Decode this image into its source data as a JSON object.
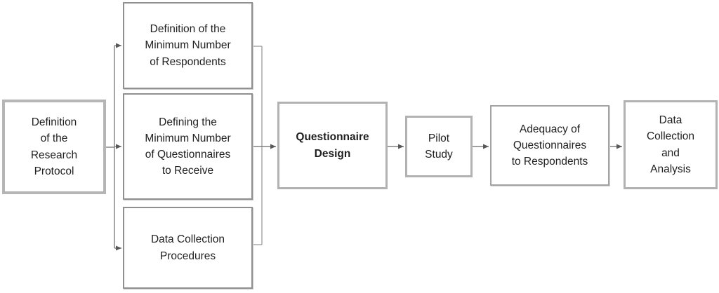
{
  "diagram": {
    "type": "flowchart",
    "colors": {
      "background": "#ffffff",
      "box_border_light": "#b5b5b5",
      "box_border_mid": "#909090",
      "connector_line": "#808080",
      "arrowhead": "#595959",
      "text": "#1f1f1f"
    },
    "nodes": [
      {
        "id": "research-protocol",
        "lines": [
          "Definition",
          "of the",
          "Research",
          "Protocol"
        ],
        "bold": false
      },
      {
        "id": "minimum-respondents",
        "lines": [
          "Definition of the",
          "Minimum Number",
          "of Respondents"
        ],
        "bold": false
      },
      {
        "id": "minimum-questionnaires",
        "lines": [
          "Defining the",
          "Minimum Number",
          "of Questionnaires",
          "to Receive"
        ],
        "bold": false
      },
      {
        "id": "data-collection-procedures",
        "lines": [
          "Data Collection",
          "Procedures"
        ],
        "bold": false
      },
      {
        "id": "questionnaire-design",
        "lines": [
          "Questionnaire",
          "Design"
        ],
        "bold": true
      },
      {
        "id": "pilot-study",
        "lines": [
          "Pilot",
          "Study"
        ],
        "bold": false
      },
      {
        "id": "adequacy-questionnaires",
        "lines": [
          "Adequacy of",
          "Questionnaires",
          "to Respondents"
        ],
        "bold": false
      },
      {
        "id": "data-collection-analysis",
        "lines": [
          "Data",
          "Collection",
          "and",
          "Analysis"
        ],
        "bold": false
      }
    ],
    "edges": [
      "research-protocol -> minimum-respondents",
      "research-protocol -> minimum-questionnaires",
      "research-protocol -> data-collection-procedures",
      "minimum-respondents -> questionnaire-design",
      "minimum-questionnaires -> questionnaire-design",
      "data-collection-procedures -> questionnaire-design",
      "questionnaire-design -> pilot-study",
      "pilot-study -> adequacy-questionnaires",
      "adequacy-questionnaires -> data-collection-analysis"
    ]
  }
}
